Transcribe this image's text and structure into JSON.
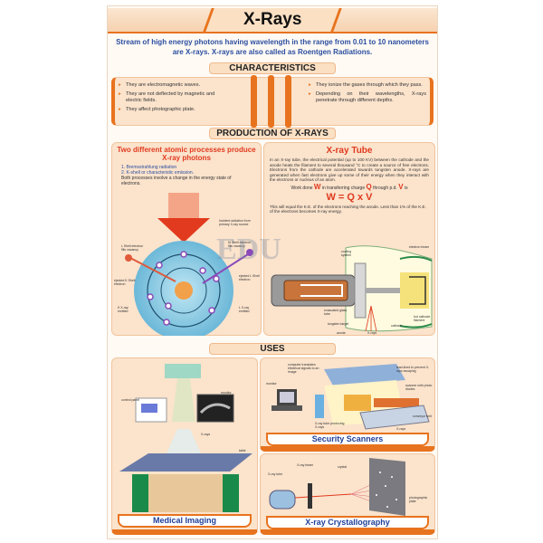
{
  "title": "X-Rays",
  "intro": "Stream of high energy photons having wavelength in the range from 0.01 to 10 nanometers are X-rays. X-rays are also called as Roentgen Radiations.",
  "characteristics": {
    "heading": "CHARACTERISTICS",
    "left": [
      "They are electromagnetic waves.",
      "They are not deflected by magnetic and electric fields.",
      "They affect photographic plate."
    ],
    "right": [
      "They ionize the gases through which they pass.",
      "Depending on their wavelengths, X-rays penetrate through different depths."
    ]
  },
  "production": {
    "heading": "PRODUCTION OF X-RAYS",
    "atomic": {
      "title": "Two different atomic processes produce X-ray photons",
      "items": [
        "1. Bremsstrahlung radiation",
        "2. K-shell or characteristic emission."
      ],
      "note": "Both processes involve a change in the energy state of electrons.",
      "labels": [
        "Incident radiation from primary X-ray source",
        "L Shell electron fills vacancy",
        "M Shell electron fills vacancy",
        "ejected K Shell electron",
        "ejected L Shell electron",
        "K X-ray emitted",
        "L X-ray emitted"
      ]
    },
    "tube": {
      "title": "X-ray Tube",
      "text": "In an X-ray tube, the electrical potential (up to 100 KV) between the cathode and the anode heats the filament to several thousand °C to create a source of free electrons. Electrons from the cathode are accelerated towards tungsten anode. X-rays are generated when fast electrons give up some of their energy when they interact with the electrons or nucleus of an atom.",
      "work": [
        "Work done ",
        "W",
        " in transferring charge ",
        "Q",
        " through p.d. ",
        "V",
        " is"
      ],
      "formula": "W = Q x V",
      "after": "This will equal the K.E. of the electrons reaching the anode. Less than 1% of the K.E. of the electrons becomes X-ray energy.",
      "labels": [
        "electron beam",
        "cooling system",
        "evacuated glass tube",
        "tungsten target",
        "anode",
        "X-rays",
        "cathode",
        "hot cathode filament"
      ]
    }
  },
  "uses": {
    "heading": "USES",
    "medical": {
      "caption": "Medical Imaging",
      "labels": [
        "control panel",
        "monitor",
        "X-rays",
        "table"
      ]
    },
    "security": {
      "caption": "Security Scanners",
      "labels": [
        "computer translates electrical signals to an image",
        "monitor",
        "lead-lined to prevent X-rays escaping",
        "scanner with photo diodes",
        "X-ray tube producing X-rays",
        "conveyor belt",
        "X-rays"
      ]
    },
    "crystallography": {
      "caption": "X-ray Crystallography",
      "labels": [
        "X-ray tube",
        "X-ray beam",
        "crystal",
        "photographic plate"
      ]
    }
  },
  "watermark": "EDU",
  "colors": {
    "accent": "#e8731e",
    "panel": "#fbe3cc",
    "blue_text": "#2b4ea0",
    "red_title": "#e03a1e"
  }
}
